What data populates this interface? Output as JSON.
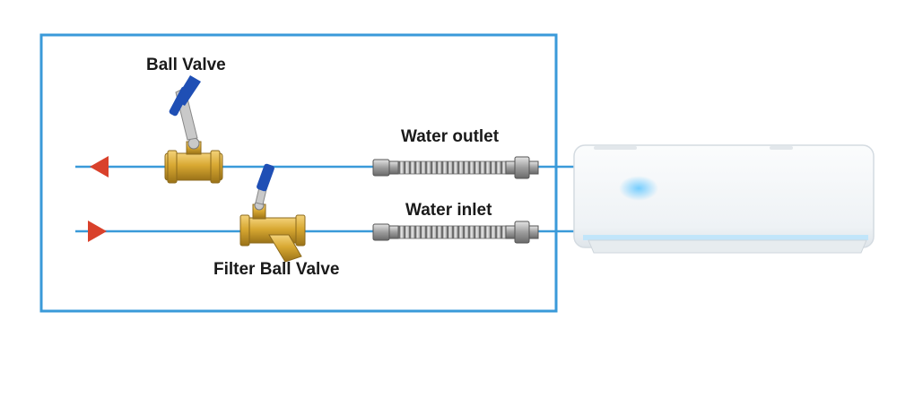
{
  "labels": {
    "ball_valve": "Ball Valve",
    "water_outlet": "Water outlet",
    "water_inlet": "Water inlet",
    "filter_ball_valve": "Filter Ball Valve"
  },
  "colors": {
    "frame": "#3a9ad9",
    "pipe": "#3a9ad9",
    "arrow": "#d9412b",
    "brass": "#d8a832",
    "valve_handle": "#1f4fb5",
    "hose": "#a8a8a8",
    "ac_unit": "#f7f9fb"
  },
  "icons": {
    "outlet_arrow": "arrow-left-icon",
    "inlet_arrow": "arrow-right-icon"
  }
}
